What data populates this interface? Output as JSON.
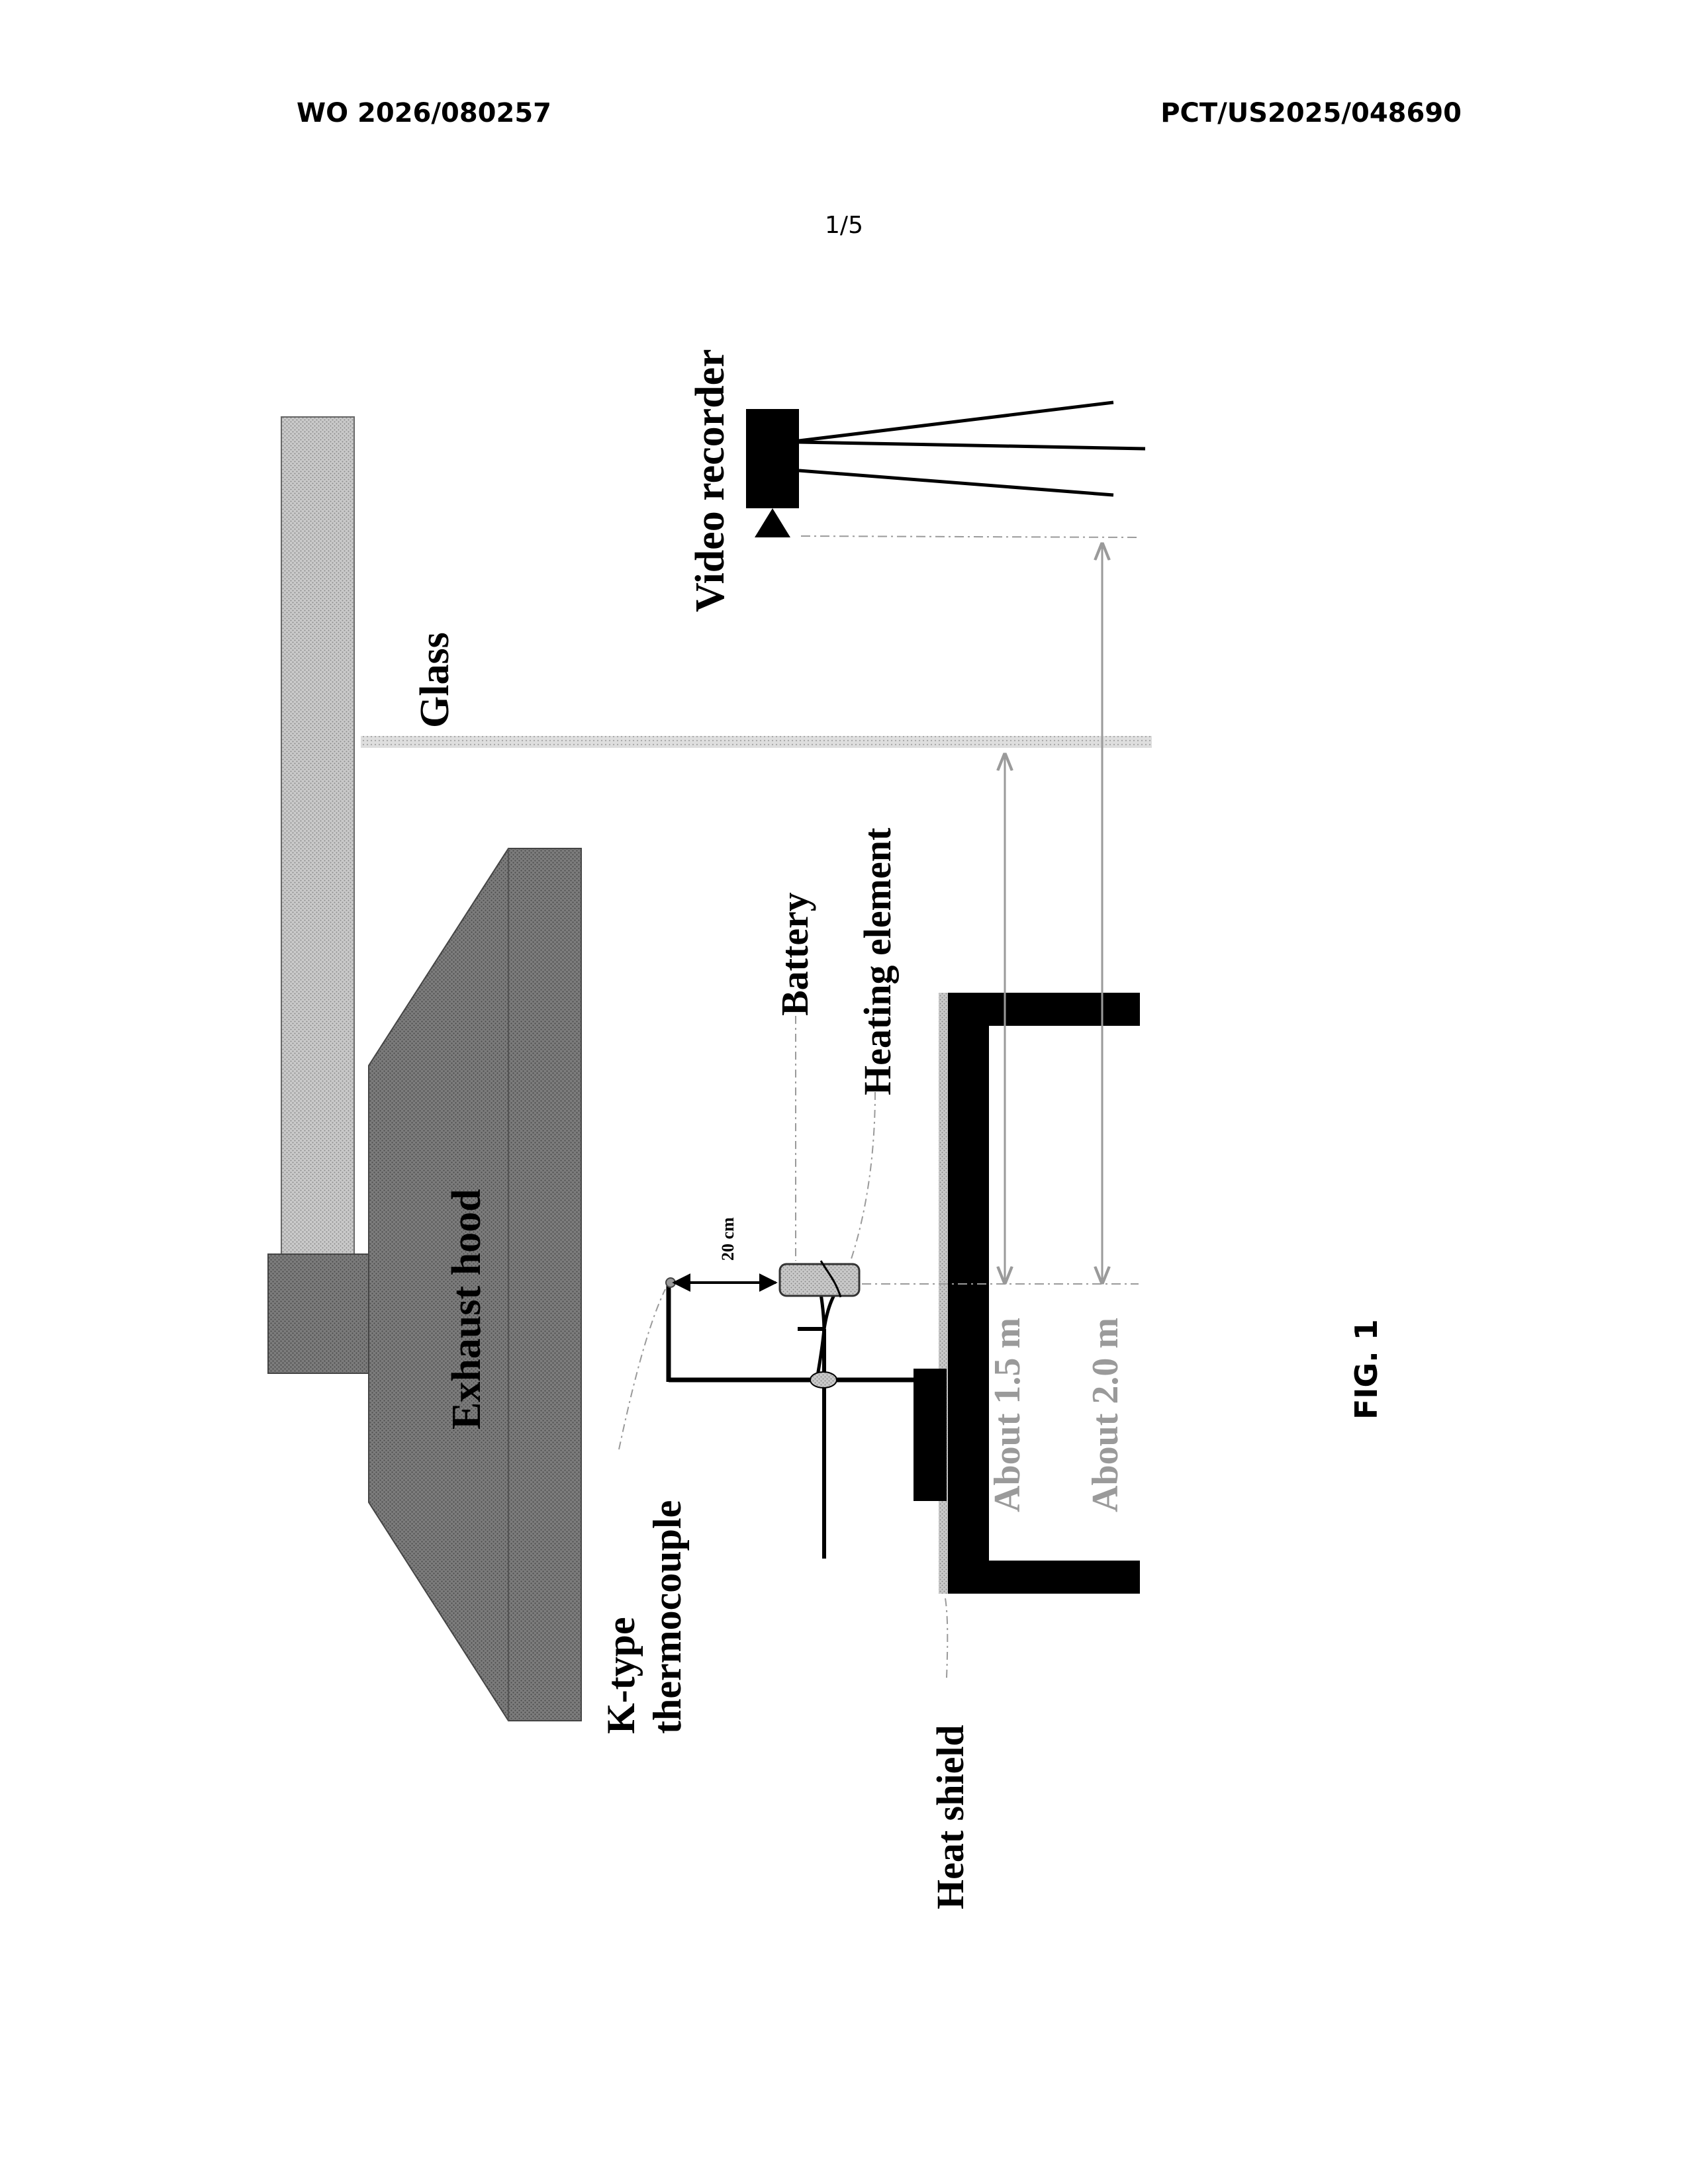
{
  "header": {
    "publication_number": "WO 2026/080257",
    "application_number": "PCT/US2025/048690"
  },
  "page_number": "1/5",
  "labels": {
    "video_recorder": "Video recorder",
    "glass": "Glass",
    "battery": "Battery",
    "heating_element": "Heating element",
    "exhaust_hood": "Exhaust hood",
    "k_type_line1": "K-type",
    "k_type_line2": "thermocouple",
    "heat_shield": "Heat shield",
    "distance_20cm": "20 cm",
    "about_1_5": "About 1.5 m",
    "about_2_0": "About 2.0 m"
  },
  "figure_label": "FIG. 1"
}
